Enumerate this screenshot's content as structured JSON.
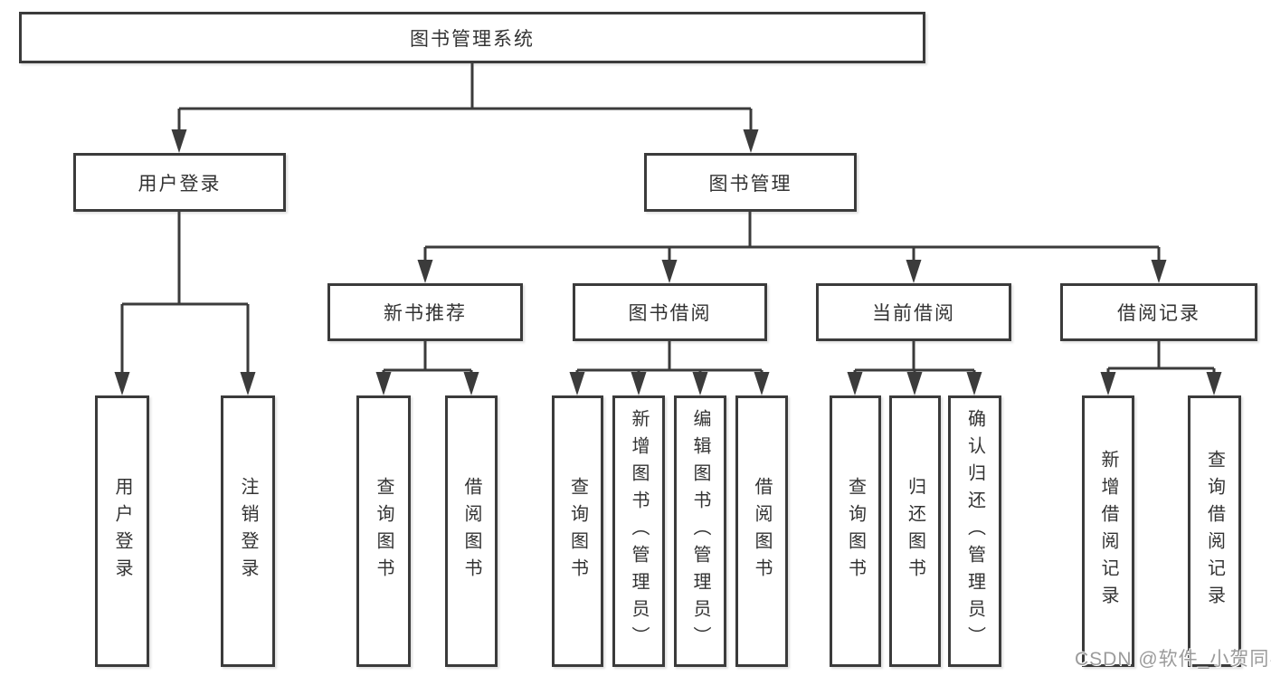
{
  "diagram": {
    "root": "图书管理系统",
    "user_login": {
      "label": "用户登录",
      "children": [
        "用户登录",
        "注销登录"
      ]
    },
    "book_mgmt": {
      "label": "图书管理",
      "sections": [
        {
          "label": "新书推荐",
          "children": [
            "查询图书",
            "借阅图书"
          ]
        },
        {
          "label": "图书借阅",
          "children": [
            "查询图书",
            "新增图书（管理员）",
            "编辑图书（管理员）",
            "借阅图书"
          ]
        },
        {
          "label": "当前借阅",
          "children": [
            "查询图书",
            "归还图书",
            "确认归还（管理员）"
          ]
        },
        {
          "label": "借阅记录",
          "children": [
            "新增借阅记录",
            "查询借阅记录"
          ]
        }
      ]
    }
  },
  "watermark": {
    "text": "CSDN @软件_小贺同学"
  },
  "colors": {
    "line": "#3b3b3b",
    "text": "#333333",
    "background": "#ffffff",
    "watermark": "#9b9b9b"
  }
}
